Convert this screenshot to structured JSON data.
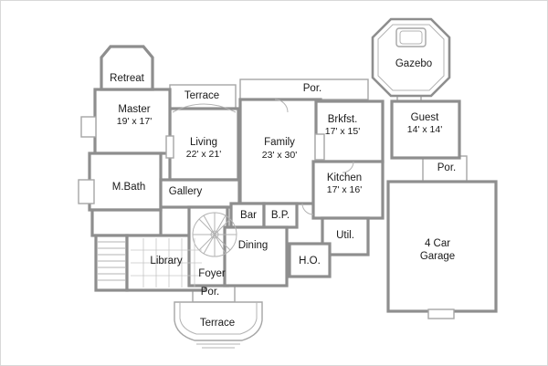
{
  "page": {
    "type": "architectural-floor-plan"
  },
  "colors": {
    "background": "#ffffff",
    "wall_gray": "#8e8e8e",
    "light_line_gray": "#a6a6a6",
    "text": "#1a1a1a"
  },
  "rooms": {
    "retreat": {
      "label": "Retreat"
    },
    "master": {
      "label": "Master",
      "dims": "19' x 17'"
    },
    "terrace_upper": {
      "label": "Terrace"
    },
    "living": {
      "label": "Living",
      "dims": "22' x 21'"
    },
    "porch_top": {
      "label": "Por."
    },
    "family": {
      "label": "Family",
      "dims": "23' x 30'"
    },
    "gazebo": {
      "label": "Gazebo"
    },
    "breakfast": {
      "label": "Brkfst.",
      "dims": "17' x 15'"
    },
    "guest": {
      "label": "Guest",
      "dims": "14' x 14'"
    },
    "porch_right": {
      "label": "Por."
    },
    "master_bath": {
      "label": "M.Bath"
    },
    "gallery": {
      "label": "Gallery"
    },
    "kitchen": {
      "label": "Kitchen",
      "dims": "17' x 16'"
    },
    "bar": {
      "label": "Bar"
    },
    "butlers_pantry": {
      "label": "B.P."
    },
    "utility": {
      "label": "Util."
    },
    "dining": {
      "label": "Dining"
    },
    "library": {
      "label": "Library"
    },
    "foyer": {
      "label": "Foyer"
    },
    "home_office": {
      "label": "H.O."
    },
    "garage": {
      "lines": [
        "4 Car",
        "Garage"
      ]
    },
    "porch_bottom": {
      "label": "Por."
    },
    "terrace_lower": {
      "label": "Terrace"
    }
  }
}
